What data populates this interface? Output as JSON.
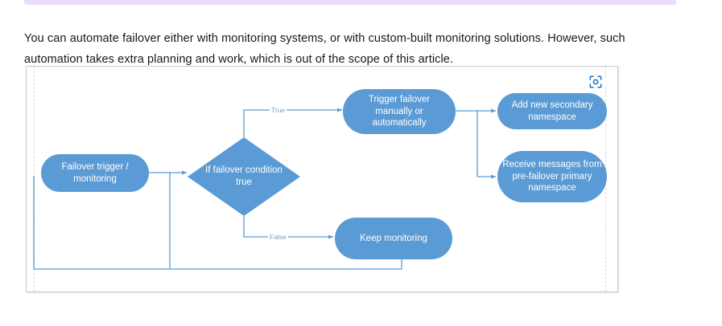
{
  "top_strip": {
    "color": "#EADCFB"
  },
  "paragraph": {
    "text": "You can automate failover either with monitoring systems, or with custom-built monitoring solutions. However, such automation takes extra planning and work, which is out of the scope of this article."
  },
  "diagram": {
    "type": "flowchart",
    "shape_fill": "#5B9BD5",
    "shape_text_color": "#FFFFFF",
    "connector_color": "#5B9BD5",
    "frame_border_color": "#C9C9C9",
    "toolbar": {
      "focus_icon": "zoom-focus-icon"
    },
    "nodes": [
      {
        "id": "failover-trigger",
        "label": "Failover trigger /\nmonitoring",
        "shape": "rounded-rectangle"
      },
      {
        "id": "decision",
        "label": "If failover condition\ntrue",
        "shape": "diamond"
      },
      {
        "id": "trigger-failover",
        "label": "Trigger failover\nmanually or\nautomatically",
        "shape": "rounded-rectangle"
      },
      {
        "id": "add-secondary",
        "label": "Add new secondary\nnamespace",
        "shape": "rounded-rectangle"
      },
      {
        "id": "receive-messages",
        "label": "Receive messages from\npre-failover primary\nnamespace",
        "shape": "rounded-rectangle"
      },
      {
        "id": "keep-monitoring",
        "label": "Keep monitoring",
        "shape": "rounded-rectangle"
      }
    ],
    "node_labels": {
      "failover_trigger_line1": "Failover trigger /",
      "failover_trigger_line2": "monitoring",
      "decision_line1": "If failover condition",
      "decision_line2": "true",
      "trigger_failover_line1": "Trigger failover",
      "trigger_failover_line2": "manually or",
      "trigger_failover_line3": "automatically",
      "add_secondary_line1": "Add new secondary",
      "add_secondary_line2": "namespace",
      "receive_messages_line1": "Receive messages from",
      "receive_messages_line2": "pre-failover primary",
      "receive_messages_line3": "namespace",
      "keep_monitoring_line1": "Keep monitoring"
    },
    "edges": [
      {
        "from": "failover-trigger",
        "to": "decision",
        "label": ""
      },
      {
        "from": "decision",
        "to": "trigger-failover",
        "label": "True"
      },
      {
        "from": "decision",
        "to": "keep-monitoring",
        "label": "False"
      },
      {
        "from": "trigger-failover",
        "to": "add-secondary",
        "label": ""
      },
      {
        "from": "trigger-failover",
        "to": "receive-messages",
        "label": ""
      },
      {
        "from": "keep-monitoring",
        "to": "failover-trigger",
        "label": ""
      }
    ],
    "edge_labels": {
      "true": "True",
      "false": "False"
    }
  }
}
